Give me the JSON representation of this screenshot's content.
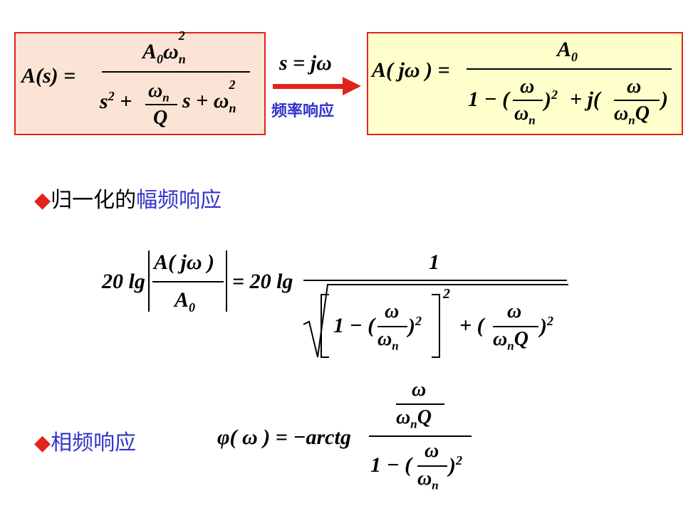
{
  "top": {
    "lhs_transfer": "A(s) =",
    "num_A": "A",
    "num_sub0": "0",
    "num_omega": "ω",
    "num_subn": "n",
    "num_sup2": "2",
    "den_s": "s",
    "den_sup2": "2",
    "den_plus1": "+",
    "den_frac_num": "ω",
    "den_frac_num_sub": "n",
    "den_frac_den": "Q",
    "den_s2": "s +",
    "den_omega": "ω",
    "den_omega_sub": "n",
    "den_omega_sup": "2",
    "substitution": "s = jω",
    "arrow_label": "频率响应",
    "rhs_lhs": "A( jω ) =",
    "rhs_num": "A",
    "rhs_num_sub": "0",
    "rhs_den_a": "1 − (",
    "rhs_den_f1_num": "ω",
    "rhs_den_f1_den": "ω",
    "rhs_den_f1_den_sub": "n",
    "rhs_den_b": ")",
    "rhs_den_b_sup": "2",
    "rhs_den_c": "+ j(",
    "rhs_den_f2_num": "ω",
    "rhs_den_f2_den": "ω",
    "rhs_den_f2_den_sub": "n",
    "rhs_den_f2_den_q": "Q",
    "rhs_den_d": ")"
  },
  "sections": {
    "bullet": "◆",
    "amp_title_black": "归一化的",
    "amp_title_blue": "幅频响应",
    "phase_title": "相频响应"
  },
  "amp_eq": {
    "lhs_prefix": "20 lg",
    "lhs_num": "A( jω )",
    "lhs_den": "A",
    "lhs_den_sub": "0",
    "equals": "= 20 lg",
    "rhs_num": "1",
    "in_a": "1 − (",
    "in_f_num": "ω",
    "in_f_den": "ω",
    "in_f_den_sub": "n",
    "in_b": ")",
    "in_b_sup": "2",
    "bracket_sup": "2",
    "plus": "+ (",
    "in2_f_num": "ω",
    "in2_f_den": "ω",
    "in2_f_den_sub": "n",
    "in2_f_den_q": "Q",
    "in2_close": ")",
    "in2_sup": "2"
  },
  "phase_eq": {
    "lhs": "φ( ω ) = −arctg",
    "top_num": "ω",
    "top_den": "ω",
    "top_den_sub": "n",
    "top_den_q": "Q",
    "bot_a": "1 − (",
    "bot_f_num": "ω",
    "bot_f_den": "ω",
    "bot_f_den_sub": "n",
    "bot_close": ")",
    "bot_sup": "2"
  },
  "colors": {
    "box1_bg": "#fbe4d5",
    "box2_bg": "#ffffcc",
    "border": "#e2231a",
    "arrow": "#e2231a",
    "accent_blue": "#3333cc"
  }
}
